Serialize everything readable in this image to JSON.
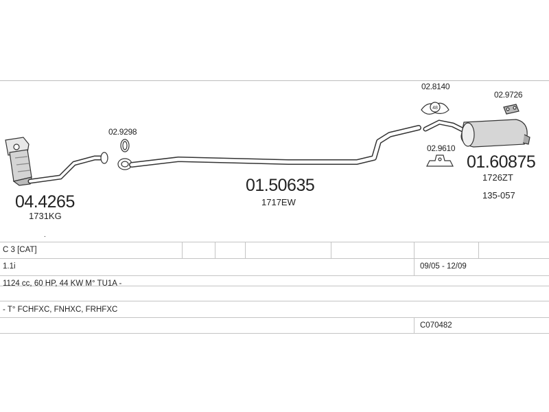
{
  "parts": {
    "catalyst": {
      "code": "04.4265",
      "ref": "1731KG"
    },
    "mount_front": {
      "code": "02.9298"
    },
    "middle_pipe": {
      "code": "01.50635",
      "ref": "1717EW"
    },
    "rubber_48": {
      "code": "02.8140",
      "badge": "48"
    },
    "rubber_small": {
      "code": "02.9726"
    },
    "bracket": {
      "code": "02.9610"
    },
    "rear_silencer": {
      "code": "01.60875",
      "ref": "1726ZT",
      "ref2": "135-057"
    }
  },
  "table": {
    "model": "C 3  [CAT]",
    "engine": "1.1i",
    "dates": "09/05 - 12/09",
    "spec": "1124 cc, 60 HP, 44 KW  M° TU1A -",
    "types": "- T° FCHFXC, FNHXC, FRHFXC",
    "ref_code": "C070482"
  }
}
